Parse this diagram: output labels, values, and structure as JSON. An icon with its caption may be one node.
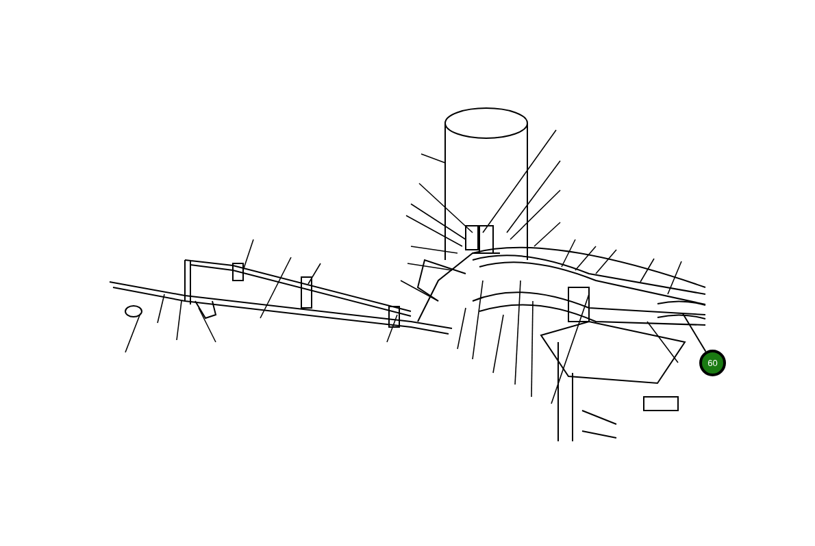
{
  "diagram": {
    "nodes": [
      {
        "text": [
          "60"
        ]
      },
      {
        "text": [],
        "shape": "picture"
      }
    ],
    "edges": [
      {
        "from": 0,
        "to": 1,
        "arrow": "none"
      }
    ]
  }
}
